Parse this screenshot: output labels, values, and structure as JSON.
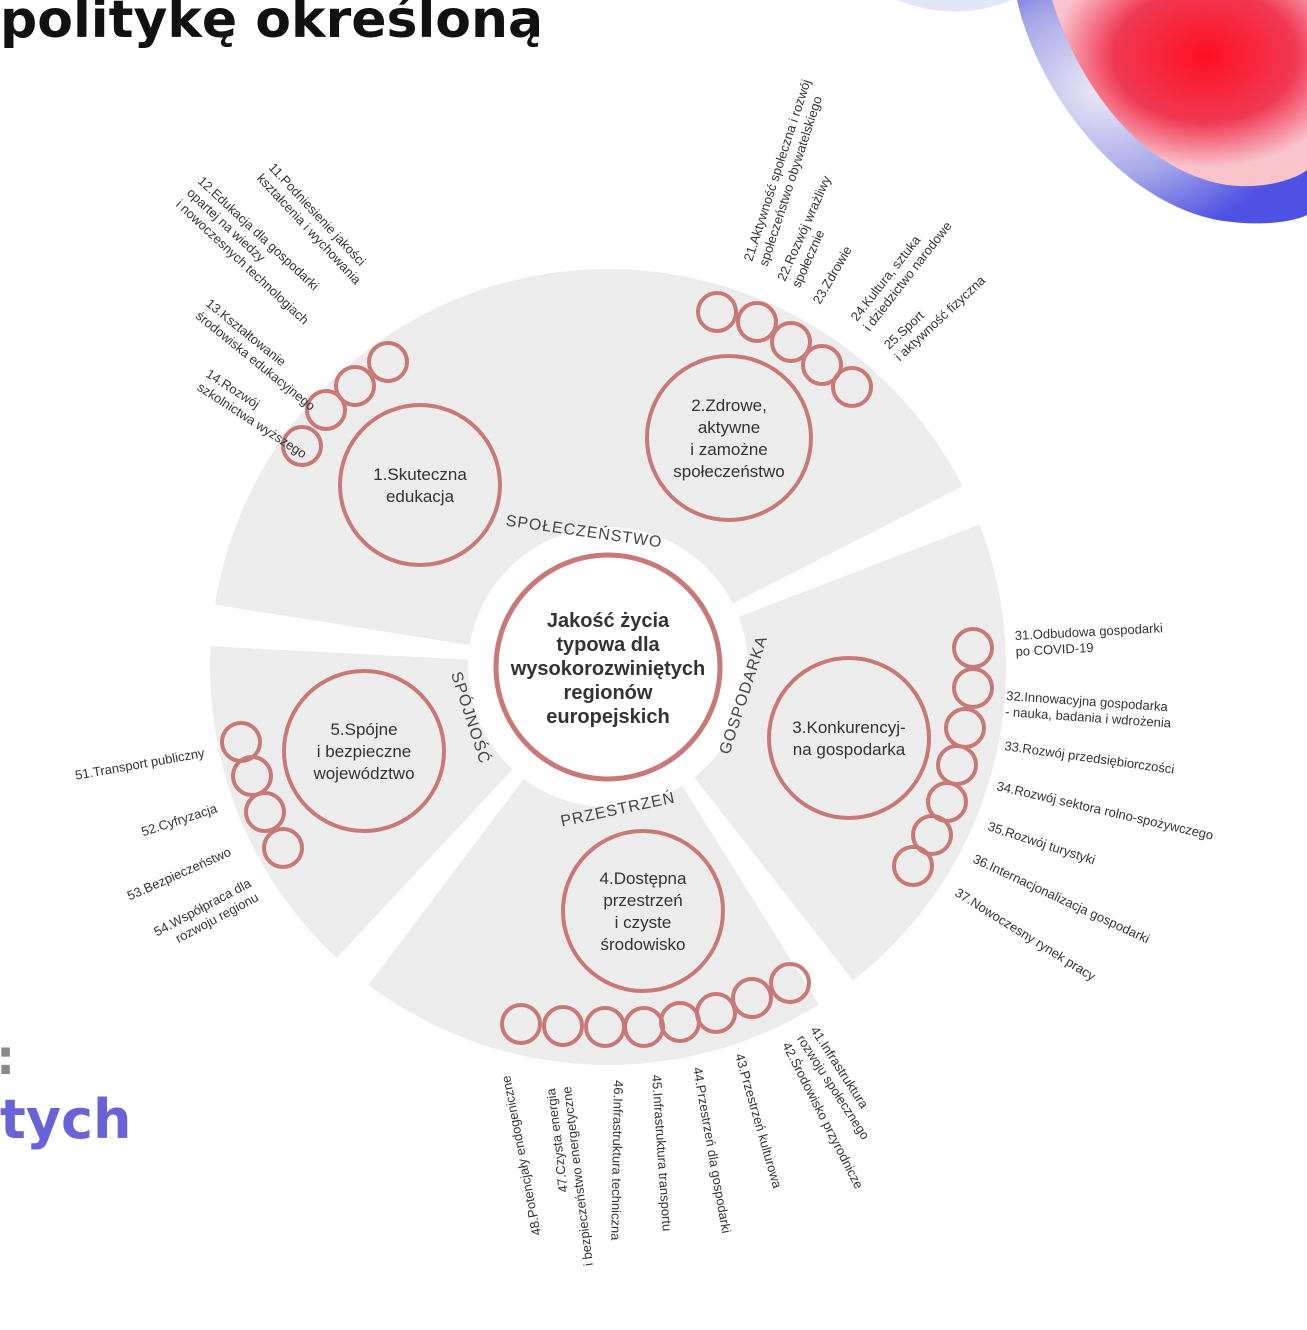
{
  "heading": "politykę określoną",
  "fragment_left_1": ":",
  "fragment_left_2": "tych",
  "colors": {
    "wedge": "#ececec",
    "ring": "#c97878",
    "text": "#333333",
    "heading": "#111111",
    "fragment_accent": "#6a62d8"
  },
  "center": {
    "lines": [
      "Jakość życia",
      "typowa dla",
      "wysokorozwiniętych",
      "regionów",
      "europejskich"
    ]
  },
  "sectors": {
    "spoleczenstwo": "SPOŁECZEŃSTWO",
    "gospodarka": "GOSPODARKA",
    "przestrzen": "PRZESTRZEŃ",
    "spojnosc": "SPÓJNOŚĆ"
  },
  "goals": {
    "g1": [
      "1.Skuteczna",
      "edukacja"
    ],
    "g2": [
      "2.Zdrowe,",
      "aktywne",
      "i zamożne",
      "społeczeństwo"
    ],
    "g3": [
      "3.Konkurencyj-",
      "na gospodarka"
    ],
    "g4": [
      "4.Dostępna",
      "przestrzeń",
      "i czyste",
      "środowisko"
    ],
    "g5": [
      "5.Spójne",
      "i bezpieczne",
      "województwo"
    ]
  },
  "directions": {
    "d11": [
      "11.Podniesienie jakości",
      "kształcenia i wychowania"
    ],
    "d12": [
      "12.Edukacja dla gospodarki",
      "opartej na wiedzy",
      "i nowoczesnych technologiach"
    ],
    "d13": [
      "13.Kształtowanie",
      "środowiska edukacyjnego"
    ],
    "d14": [
      "14.Rozwój",
      "szkolnictwa wyższego"
    ],
    "d21": [
      "21.Aktywność społeczna i rozwój",
      "społeczeństwo obywatelskiego"
    ],
    "d22": [
      "22.Rozwój wrażliwy",
      "społecznie"
    ],
    "d23": [
      "23.Zdrowie"
    ],
    "d24": [
      "24.Kultura, sztuka",
      "i dziedzictwo narodowe"
    ],
    "d25": [
      "25.Sport",
      "i aktywność fizyczna"
    ],
    "d31": [
      "31.Odbudowa gospodarki",
      "po COVID-19"
    ],
    "d32": [
      "32.Innowacyjna gospodarka",
      "- nauka, badania i wdrożenia"
    ],
    "d33": [
      "33.Rozwój przedsiębiorczości"
    ],
    "d34": [
      "34.Rozwój sektora rolno-spożywczego"
    ],
    "d35": [
      "35.Rozwój turystyki"
    ],
    "d36": [
      "36.Internacjonalizacja gospodarki"
    ],
    "d37": [
      "37.Nowoczesny rynek pracy"
    ],
    "d41": [
      "41.Infrastruktura",
      "rozwoju społecznego"
    ],
    "d42": [
      "42.Środowisko przyrodnicze"
    ],
    "d43": [
      "43.Przestrzeń kulturowa"
    ],
    "d44": [
      "44.Przestrzeń dla gospodarki"
    ],
    "d45": [
      "45.Infrastruktura transportu"
    ],
    "d46": [
      "46.Infrastruktura techniczna"
    ],
    "d47": [
      "47.Czysta energia",
      "i bezpieczeństwo energetyczne"
    ],
    "d48": [
      "48.Potencjały endogeniczne"
    ],
    "d51": [
      "51.Transport publiczny"
    ],
    "d52": [
      "52.Cyfryzacja"
    ],
    "d53": [
      "53.Bezpieczeństwo"
    ],
    "d54": [
      "54.Współpraca dla",
      "rozwoju regionu"
    ]
  }
}
